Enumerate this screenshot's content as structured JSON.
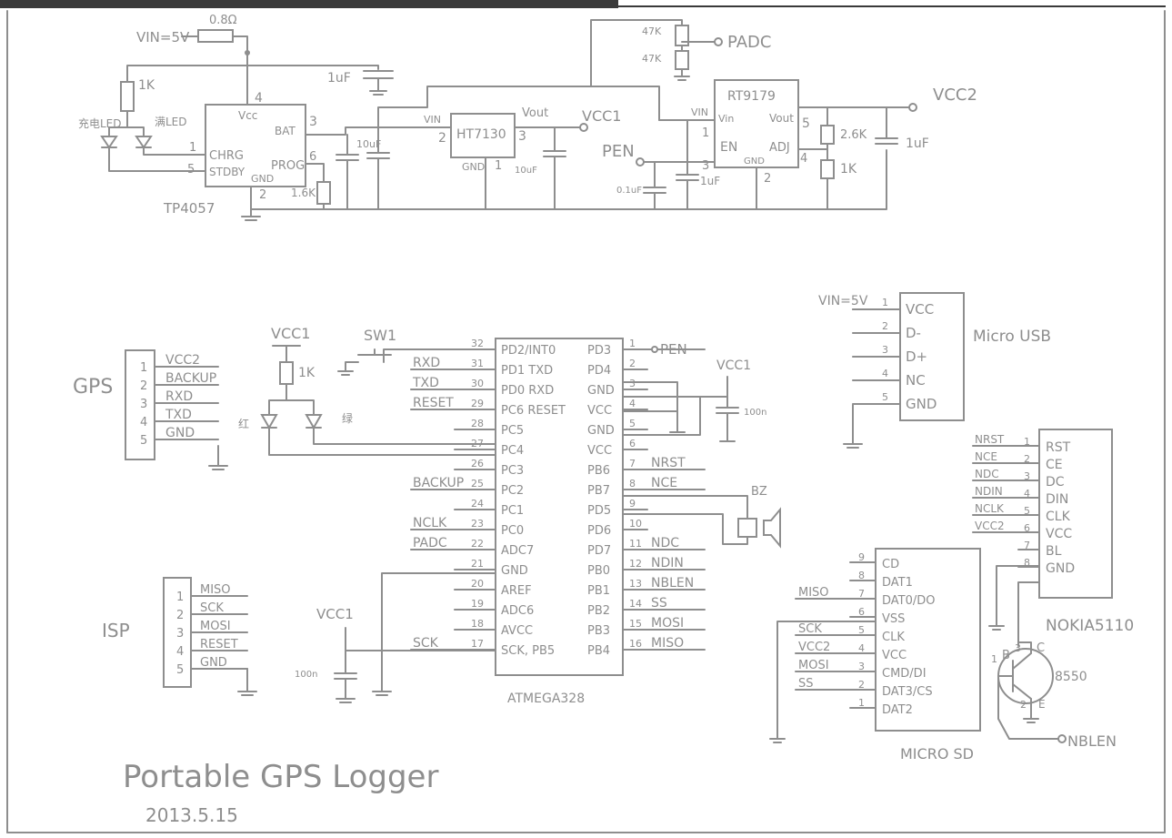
{
  "title": "Portable GPS Logger",
  "date": "2013.5.15",
  "power": {
    "vin": "VIN=5V",
    "r_sense": "0.8Ω",
    "r_led": "1K",
    "led_chg": "充电LED",
    "led_full": "满LED",
    "r_prog": "1.6K",
    "c_in": "1uF",
    "c_bat": "10uF",
    "tp4057": {
      "name": "TP4057",
      "vcc": "Vcc",
      "bat": "BAT",
      "chrg": "CHRG",
      "stdby": "STDBY",
      "gnd": "GND",
      "prog": "PROG",
      "p4": "4",
      "p3": "3",
      "p1": "1",
      "p5": "5",
      "p6": "6",
      "p2": "2"
    },
    "ht7130": {
      "name": "HT7130",
      "vin": "VIN",
      "vout": "Vout",
      "gnd": "GND",
      "p1": "1",
      "p2": "2",
      "p3": "3"
    },
    "vcc1": "VCC1",
    "c_ht": "10uF",
    "r_div1": "47K",
    "r_div2": "47K",
    "padc": "PADC",
    "pen": "PEN",
    "c_pen": "0.1uF",
    "c_rt": "1uF",
    "rt9179": {
      "name": "RT9179",
      "vin": "VIN",
      "vin1": "Vin",
      "vout": "Vout",
      "en": "EN",
      "adj": "ADJ",
      "gnd": "GND",
      "p1": "1",
      "p3": "3",
      "p5": "5",
      "p4": "4",
      "p2": "2"
    },
    "vcc2": "VCC2",
    "r_adj1": "2.6K",
    "r_adj2": "1K",
    "c_out": "1uF"
  },
  "usb": {
    "vin": "VIN=5V",
    "name": "Micro USB",
    "pins": [
      {
        "num": "1",
        "label": "VCC"
      },
      {
        "num": "2",
        "label": "D-"
      },
      {
        "num": "3",
        "label": "D+"
      },
      {
        "num": "4",
        "label": "NC"
      },
      {
        "num": "5",
        "label": "GND"
      }
    ]
  },
  "gps": {
    "name": "GPS",
    "pins": [
      {
        "num": "1",
        "label": "VCC2"
      },
      {
        "num": "2",
        "label": "BACKUP"
      },
      {
        "num": "3",
        "label": "RXD"
      },
      {
        "num": "4",
        "label": "TXD"
      },
      {
        "num": "5",
        "label": "GND"
      }
    ]
  },
  "isp": {
    "name": "ISP",
    "pins": [
      {
        "num": "1",
        "label": "MISO"
      },
      {
        "num": "2",
        "label": "SCK"
      },
      {
        "num": "3",
        "label": "MOSI"
      },
      {
        "num": "4",
        "label": "RESET"
      },
      {
        "num": "5",
        "label": "GND"
      }
    ]
  },
  "mcu": {
    "name": "ATMEGA328",
    "sw": "SW1",
    "vcc1": "VCC1",
    "r_led": "1K",
    "led_red": "红",
    "led_green": "绿",
    "cap": "100n",
    "left": [
      {
        "num": "32",
        "pin": "PD2/INT0",
        "net": ""
      },
      {
        "num": "31",
        "pin": "PD1 TXD",
        "net": "RXD"
      },
      {
        "num": "30",
        "pin": "PD0 RXD",
        "net": "TXD"
      },
      {
        "num": "29",
        "pin": "PC6 RESET",
        "net": "RESET"
      },
      {
        "num": "28",
        "pin": "PC5",
        "net": ""
      },
      {
        "num": "27",
        "pin": "PC4",
        "net": ""
      },
      {
        "num": "26",
        "pin": "PC3",
        "net": ""
      },
      {
        "num": "25",
        "pin": "PC2",
        "net": "BACKUP"
      },
      {
        "num": "24",
        "pin": "PC1",
        "net": ""
      },
      {
        "num": "23",
        "pin": "PC0",
        "net": "NCLK"
      },
      {
        "num": "22",
        "pin": "ADC7",
        "net": "PADC"
      },
      {
        "num": "21",
        "pin": "GND",
        "net": ""
      },
      {
        "num": "20",
        "pin": "AREF",
        "net": ""
      },
      {
        "num": "19",
        "pin": "ADC6",
        "net": ""
      },
      {
        "num": "18",
        "pin": "AVCC",
        "net": ""
      },
      {
        "num": "17",
        "pin": "SCK, PB5",
        "net": "SCK"
      }
    ],
    "right": [
      {
        "num": "1",
        "pin": "PD3",
        "net": "PEN"
      },
      {
        "num": "2",
        "pin": "PD4",
        "net": ""
      },
      {
        "num": "3",
        "pin": "GND",
        "net": ""
      },
      {
        "num": "4",
        "pin": "VCC",
        "net": ""
      },
      {
        "num": "5",
        "pin": "GND",
        "net": ""
      },
      {
        "num": "6",
        "pin": "VCC",
        "net": ""
      },
      {
        "num": "7",
        "pin": "PB6",
        "net": "NRST"
      },
      {
        "num": "8",
        "pin": "PB7",
        "net": "NCE"
      },
      {
        "num": "9",
        "pin": "PD5",
        "net": ""
      },
      {
        "num": "10",
        "pin": "PD6",
        "net": ""
      },
      {
        "num": "11",
        "pin": "PD7",
        "net": "NDC"
      },
      {
        "num": "12",
        "pin": "PB0",
        "net": "NDIN"
      },
      {
        "num": "13",
        "pin": "PB1",
        "net": "NBLEN"
      },
      {
        "num": "14",
        "pin": "PB2",
        "net": "SS"
      },
      {
        "num": "15",
        "pin": "PB3",
        "net": "MOSI"
      },
      {
        "num": "16",
        "pin": "PB4",
        "net": "MISO"
      }
    ],
    "vcc1_right": "VCC1",
    "cap_right": "100n",
    "bz": "BZ",
    "vcc1_avcc": "VCC1",
    "cap_avcc": "100n"
  },
  "nokia": {
    "name": "NOKIA5110",
    "pins": [
      {
        "num": "1",
        "label": "RST",
        "net": "NRST"
      },
      {
        "num": "2",
        "label": "CE",
        "net": "NCE"
      },
      {
        "num": "3",
        "label": "DC",
        "net": "NDC"
      },
      {
        "num": "4",
        "label": "DIN",
        "net": "NDIN"
      },
      {
        "num": "5",
        "label": "CLK",
        "net": "NCLK"
      },
      {
        "num": "6",
        "label": "VCC",
        "net": "VCC2"
      },
      {
        "num": "7",
        "label": "BL",
        "net": ""
      },
      {
        "num": "8",
        "label": "GND",
        "net": ""
      }
    ]
  },
  "sd": {
    "name": "MICRO SD",
    "pins": [
      {
        "num": "9",
        "label": "CD",
        "net": ""
      },
      {
        "num": "8",
        "label": "DAT1",
        "net": ""
      },
      {
        "num": "7",
        "label": "DAT0/DO",
        "net": "MISO"
      },
      {
        "num": "6",
        "label": "VSS",
        "net": ""
      },
      {
        "num": "5",
        "label": "CLK",
        "net": "SCK"
      },
      {
        "num": "4",
        "label": "VCC",
        "net": "VCC2"
      },
      {
        "num": "3",
        "label": "CMD/DI",
        "net": "MOSI"
      },
      {
        "num": "2",
        "label": "DAT3/CS",
        "net": "SS"
      },
      {
        "num": "1",
        "label": "DAT2",
        "net": ""
      }
    ]
  },
  "transistor": {
    "name": "8550",
    "b": "B",
    "c": "C",
    "e": "E",
    "p1": "1",
    "p2": "2",
    "p3": "3",
    "nblen": "NBLEN"
  }
}
